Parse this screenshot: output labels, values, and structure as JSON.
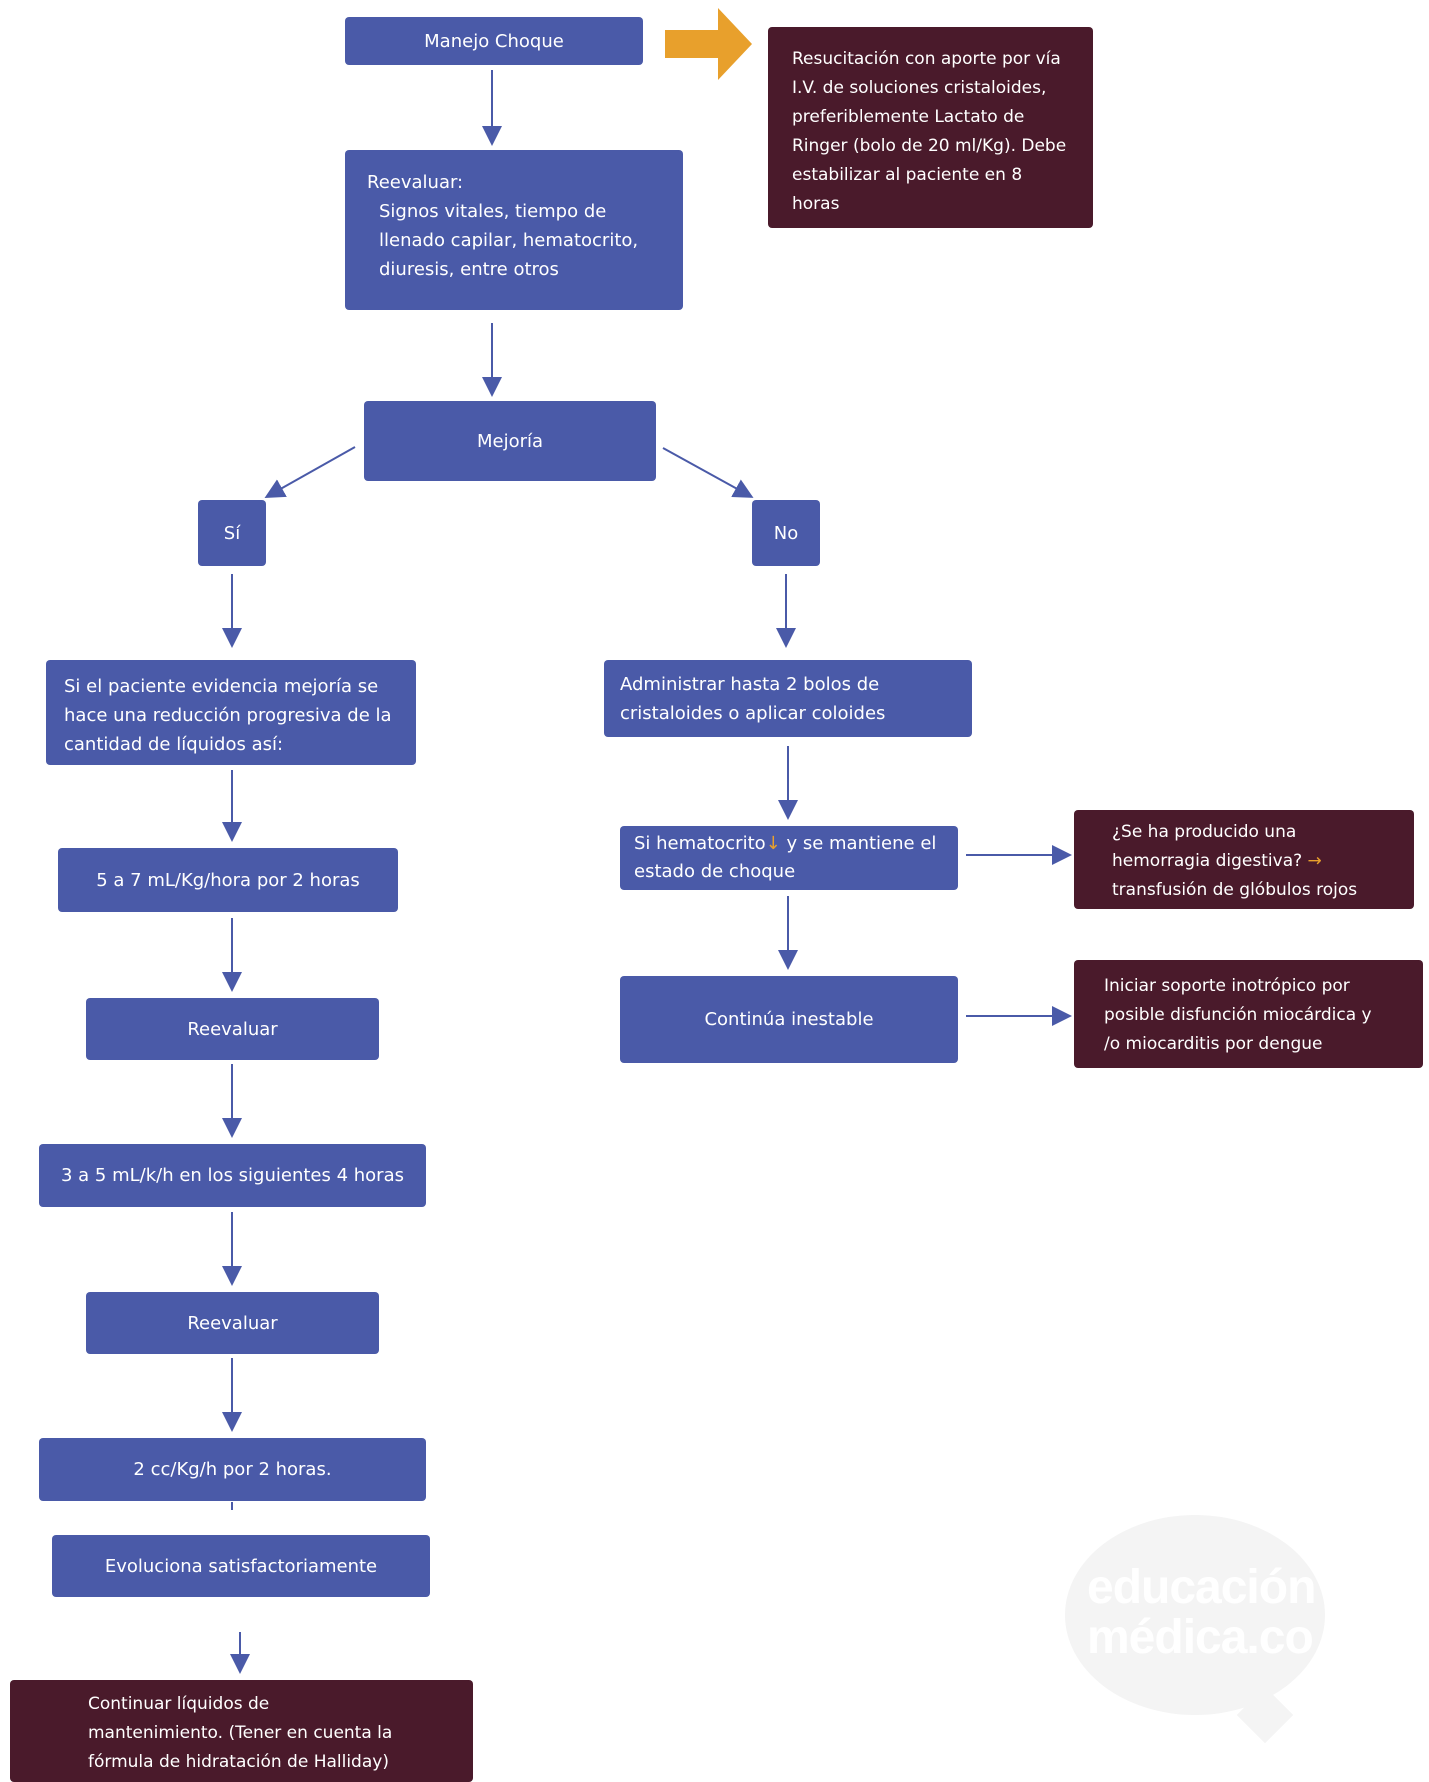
{
  "nodes": {
    "manejo_choque": "Manejo Choque",
    "resucitacion": "Resucitación con aporte por vía I.V. de soluciones cristaloides, preferiblemente Lactato de Ringer (bolo de 20 ml/Kg). Debe estabilizar al paciente en 8 horas",
    "reevaluar_titulo": "Reevaluar:",
    "reevaluar_detalle": "Signos vitales, tiempo de llenado capilar, hematocrito, diuresis, entre otros",
    "mejoria": "Mejoría",
    "si": "Sí",
    "no": "No",
    "si_paciente_mejoria": "Si el paciente evidencia mejoría se hace una reducción progresiva de la cantidad de líquidos así:",
    "dosis_1": "5 a 7 mL/Kg/hora por 2 horas",
    "reevaluar_2": "Reevaluar",
    "dosis_2": "3 a 5 mL/k/h en los siguientes 4 horas",
    "reevaluar_3": "Reevaluar",
    "dosis_3": "2 cc/Kg/h por 2 horas.",
    "evoluciona": "Evoluciona satisfactoriamente",
    "continuar_liquidos": "Continuar líquidos de mantenimiento. (Tener en cuenta la fórmula de hidratación de Halliday)",
    "administrar_bolos": "Administrar hasta 2 bolos de cristaloides o aplicar coloides",
    "si_hematocrito_1": "Si  hematocrito",
    "si_hematocrito_arrow": "↓",
    "si_hematocrito_2": " y se mantiene el estado de choque",
    "hemorragia_1": "¿Se ha producido una hemorragia digestiva? ",
    "hemorragia_arrow": "→",
    "hemorragia_2": " transfusión de glóbulos rojos",
    "continua_inestable": "Continúa inestable",
    "soporte_inotropico": "Iniciar soporte inotrópico por posible disfunción miocárdica y /o miocarditis por dengue"
  },
  "watermark": {
    "line1": "educación",
    "line2": "médica.co"
  },
  "colors": {
    "blue_box": "#4a5aa8",
    "dark_box": "#4a1a2b",
    "orange_arrow": "#e8a02c",
    "connector": "#4a5aa8"
  }
}
